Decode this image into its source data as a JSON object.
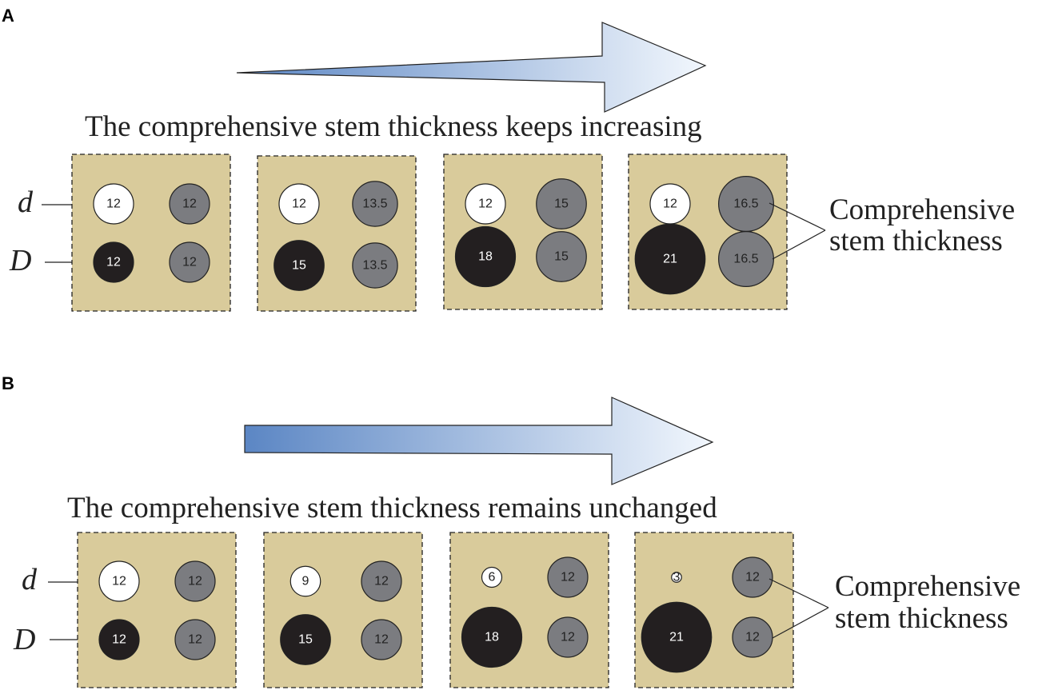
{
  "panels": [
    {
      "letter": "A",
      "title": "The comprehensive stem thickness keeps increasing",
      "side_label_line1": "Comprehensive",
      "side_label_line2": "stem thickness",
      "d_label": "d",
      "D_label": "D",
      "arrow_gradient": "narrow-to-wide",
      "boxes": [
        {
          "d": "12",
          "D": "12",
          "right_top": "12",
          "right_bottom": "12"
        },
        {
          "d": "12",
          "D": "15",
          "right_top": "13.5",
          "right_bottom": "13.5"
        },
        {
          "d": "12",
          "D": "18",
          "right_top": "15",
          "right_bottom": "15"
        },
        {
          "d": "12",
          "D": "21",
          "right_top": "16.5",
          "right_bottom": "16.5"
        }
      ]
    },
    {
      "letter": "B",
      "title": "The comprehensive stem thickness remains unchanged",
      "side_label_line1": "Comprehensive",
      "side_label_line2": "stem thickness",
      "d_label": "d",
      "D_label": "D",
      "arrow_gradient": "band",
      "boxes": [
        {
          "d": "12",
          "D": "12",
          "right_top": "12",
          "right_bottom": "12"
        },
        {
          "d": "9",
          "D": "15",
          "right_top": "12",
          "right_bottom": "12"
        },
        {
          "d": "6",
          "D": "18",
          "right_top": "12",
          "right_bottom": "12"
        },
        {
          "d": "3",
          "D": "21",
          "right_top": "12",
          "right_bottom": "12"
        }
      ]
    }
  ],
  "colors": {
    "box_fill": "#d9cb9b",
    "white_circle": "#ffffff",
    "black_circle": "#231f20",
    "gray_circle": "#7b7c80",
    "arrow_dark": "#5b86c4",
    "arrow_light": "#f2f7fd"
  }
}
